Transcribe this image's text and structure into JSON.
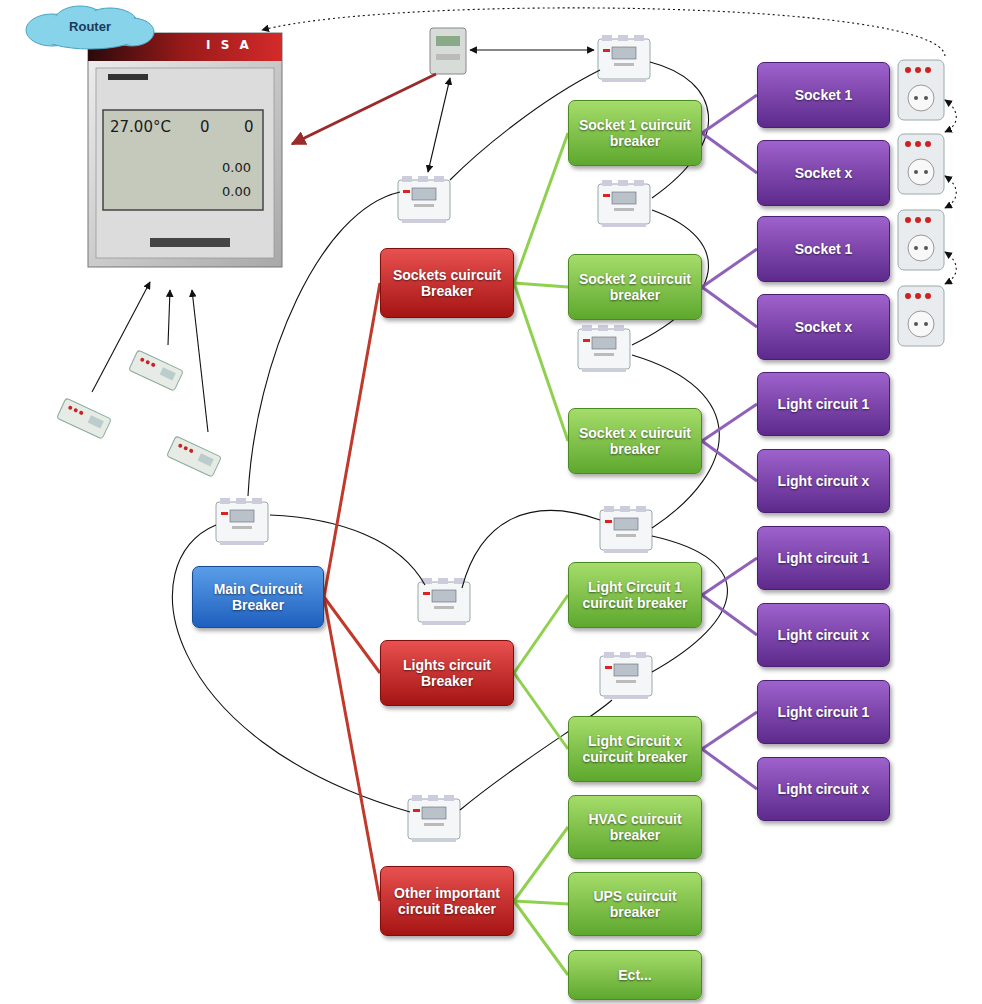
{
  "diagram": {
    "nodes": [
      {
        "text": [
          "Router"
        ]
      },
      {
        "text": [
          "Main Cuircuit Breaker"
        ]
      },
      {
        "text": [
          "Sockets cuircuit Breaker"
        ]
      },
      {
        "text": [
          "Lights circuit Breaker"
        ]
      },
      {
        "text": [
          "Other important circuit Breaker"
        ]
      },
      {
        "text": [
          "Socket 1 cuircuit breaker"
        ]
      },
      {
        "text": [
          "Socket 2 cuircuit breaker"
        ]
      },
      {
        "text": [
          "Socket x cuircuit breaker"
        ]
      },
      {
        "text": [
          "Light Circuit 1 cuircuit breaker"
        ]
      },
      {
        "text": [
          "Light Circuit x cuircuit breaker"
        ]
      },
      {
        "text": [
          "HVAC cuircuit breaker"
        ]
      },
      {
        "text": [
          "UPS cuircuit breaker"
        ]
      },
      {
        "text": [
          "Ect..."
        ]
      },
      {
        "text": [
          "Socket 1"
        ]
      },
      {
        "text": [
          "Socket x"
        ]
      },
      {
        "text": [
          "Socket 1"
        ]
      },
      {
        "text": [
          "Socket x"
        ]
      },
      {
        "text": [
          "Light circuit 1"
        ]
      },
      {
        "text": [
          "Light circuit x"
        ]
      },
      {
        "text": [
          "Light circuit 1"
        ]
      },
      {
        "text": [
          "Light circuit x"
        ]
      },
      {
        "text": [
          "Light circuit 1"
        ]
      },
      {
        "text": [
          "Light circuit x"
        ]
      }
    ],
    "edges": [
      {
        "from": 1,
        "to": 2,
        "arrow": "none"
      },
      {
        "from": 1,
        "to": 3,
        "arrow": "none"
      },
      {
        "from": 1,
        "to": 4,
        "arrow": "none"
      },
      {
        "from": 2,
        "to": 5,
        "arrow": "none"
      },
      {
        "from": 2,
        "to": 6,
        "arrow": "none"
      },
      {
        "from": 2,
        "to": 7,
        "arrow": "none"
      },
      {
        "from": 3,
        "to": 8,
        "arrow": "none"
      },
      {
        "from": 3,
        "to": 9,
        "arrow": "none"
      },
      {
        "from": 4,
        "to": 10,
        "arrow": "none"
      },
      {
        "from": 4,
        "to": 11,
        "arrow": "none"
      },
      {
        "from": 4,
        "to": 12,
        "arrow": "none"
      },
      {
        "from": 5,
        "to": 13,
        "arrow": "none"
      },
      {
        "from": 5,
        "to": 14,
        "arrow": "none"
      },
      {
        "from": 6,
        "to": 15,
        "arrow": "none"
      },
      {
        "from": 6,
        "to": 16,
        "arrow": "none"
      },
      {
        "from": 7,
        "to": 17,
        "arrow": "none"
      },
      {
        "from": 7,
        "to": 18,
        "arrow": "none"
      },
      {
        "from": 8,
        "to": 19,
        "arrow": "none"
      },
      {
        "from": 8,
        "to": 20,
        "arrow": "none"
      },
      {
        "from": 9,
        "to": 21,
        "arrow": "none"
      },
      {
        "from": 9,
        "to": 22,
        "arrow": "none"
      }
    ],
    "labels": [
      "I S A",
      "27.00°C",
      "0",
      "0",
      "0.00",
      "0.00"
    ]
  }
}
